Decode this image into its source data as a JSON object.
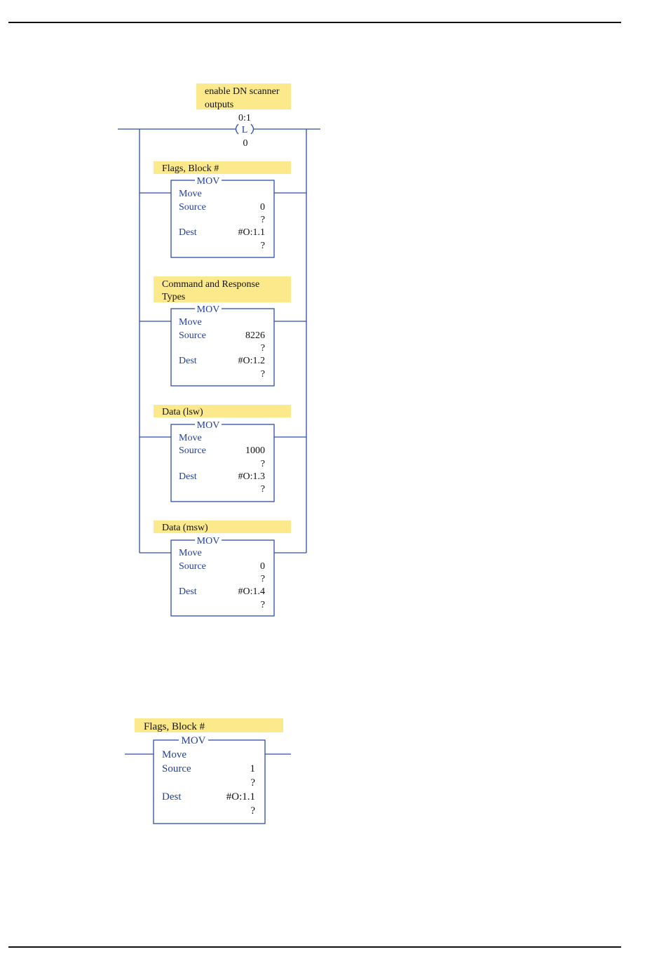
{
  "rung1": {
    "coil": {
      "comment": [
        "enable DN scanner",
        "outputs"
      ],
      "address": "0:1",
      "type": "L",
      "bit": "0"
    },
    "blocks": [
      {
        "comment": [
          "Flags, Block #"
        ],
        "title": "MOV",
        "name": "Move",
        "source_label": "Source",
        "source_value": "0",
        "source_q": "?",
        "dest_label": "Dest",
        "dest_value": "#O:1.1",
        "dest_q": "?"
      },
      {
        "comment": [
          "Command and Response",
          "Types"
        ],
        "title": "MOV",
        "name": "Move",
        "source_label": "Source",
        "source_value": "8226",
        "source_q": "?",
        "dest_label": "Dest",
        "dest_value": "#O:1.2",
        "dest_q": "?"
      },
      {
        "comment": [
          "Data (lsw)"
        ],
        "title": "MOV",
        "name": "Move",
        "source_label": "Source",
        "source_value": "1000",
        "source_q": "?",
        "dest_label": "Dest",
        "dest_value": "#O:1.3",
        "dest_q": "?"
      },
      {
        "comment": [
          "Data (msw)"
        ],
        "title": "MOV",
        "name": "Move",
        "source_label": "Source",
        "source_value": "0",
        "source_q": "?",
        "dest_label": "Dest",
        "dest_value": "#O:1.4",
        "dest_q": "?"
      }
    ]
  },
  "rung2": {
    "block": {
      "comment": [
        "Flags, Block #"
      ],
      "title": "MOV",
      "name": "Move",
      "source_label": "Source",
      "source_value": "1",
      "source_q": "?",
      "dest_label": "Dest",
      "dest_value": "#O:1.1",
      "dest_q": "?"
    }
  }
}
